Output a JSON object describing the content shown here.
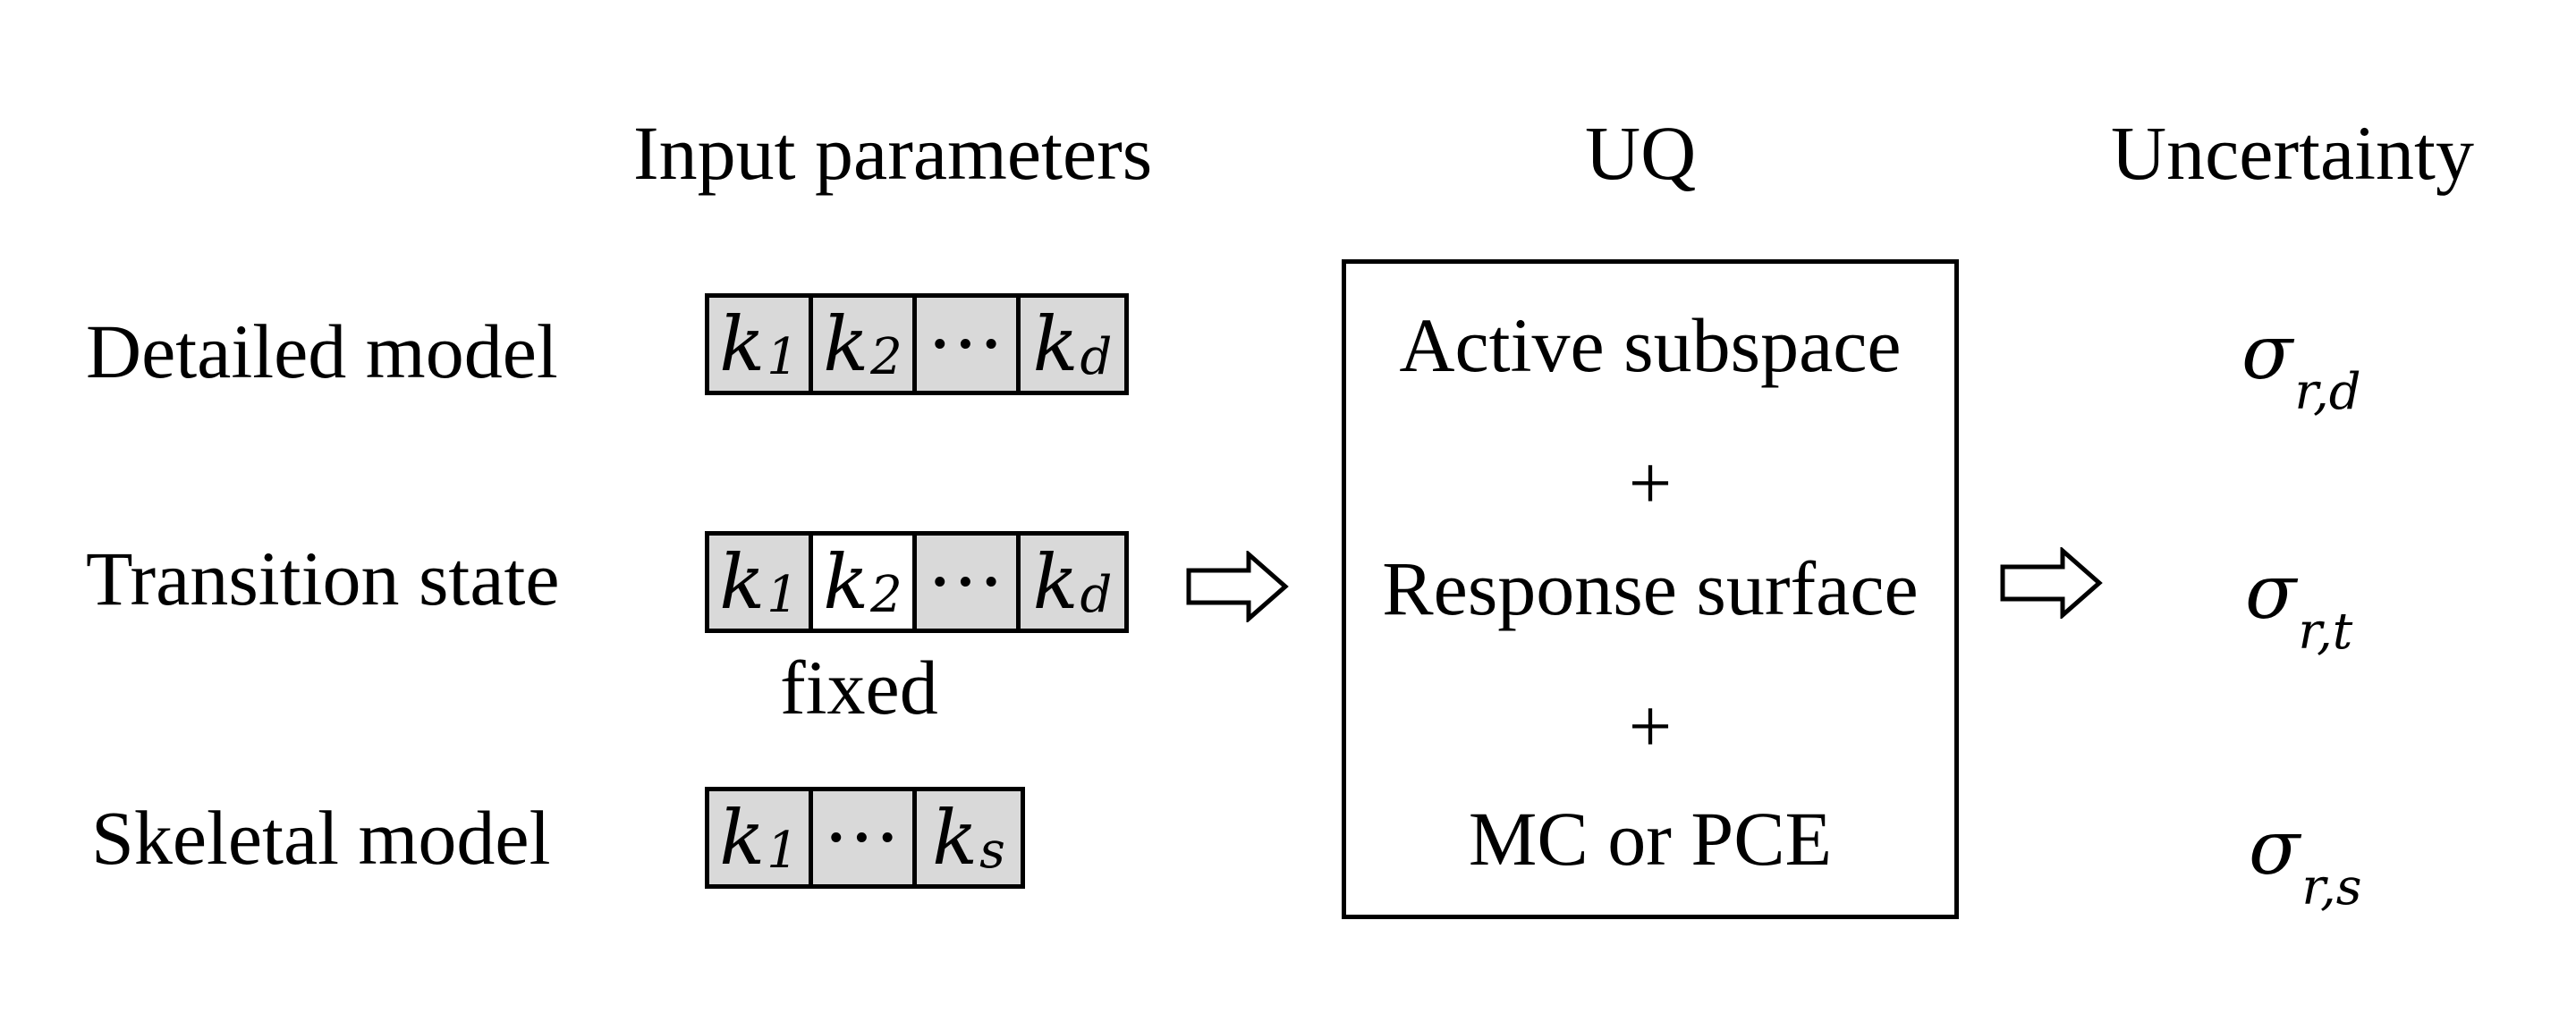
{
  "headers": {
    "input": "Input parameters",
    "uq": "UQ",
    "uncertainty": "Uncertainty"
  },
  "rows": [
    {
      "label": "Detailed model",
      "sigma_sub": "r,d"
    },
    {
      "label": "Transition state",
      "sigma_sub": "r,t",
      "note": "fixed"
    },
    {
      "label": "Skeletal model",
      "sigma_sub": "r,s"
    }
  ],
  "params": {
    "k": "k",
    "sub1": "1",
    "sub2": "2",
    "subd": "d",
    "subs": "s",
    "ellipsis": "···",
    "sigma": "σ"
  },
  "uq_box": {
    "line1": "Active subspace",
    "plus1": "+",
    "line2": "Response surface",
    "plus2": "+",
    "line3": "MC or PCE"
  }
}
